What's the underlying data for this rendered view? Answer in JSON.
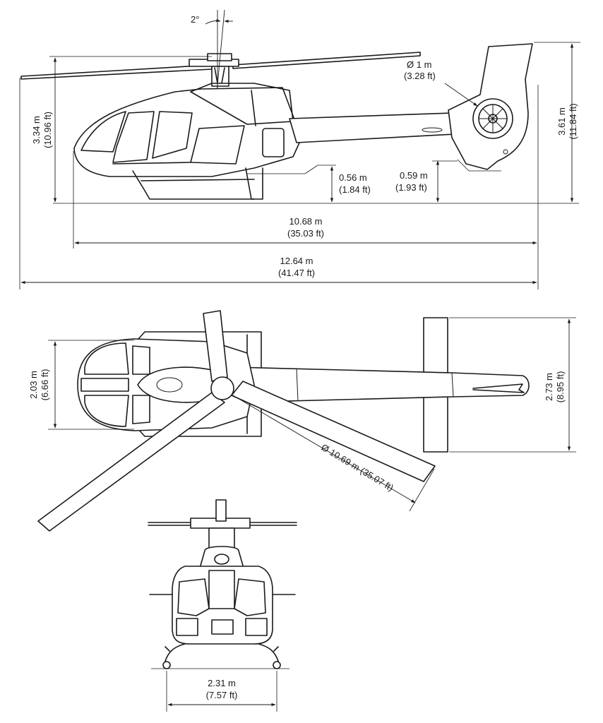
{
  "side_view": {
    "rotor_tilt": "2°",
    "fenestron_diameter_m": "Ø 1 m",
    "fenestron_diameter_ft": "(3.28 ft)",
    "rotor_height_m": "3.34 m",
    "rotor_height_ft": "(10.96 ft)",
    "overall_height_m": "3.61 m",
    "overall_height_ft": "(11.84 ft)",
    "fuselage_clearance_m": "0.56 m",
    "fuselage_clearance_ft": "(1.84 ft)",
    "tail_clearance_m": "0.59 m",
    "tail_clearance_ft": "(1.93 ft)",
    "fuselage_length_m": "10.68 m",
    "fuselage_length_ft": "(35.03 ft)",
    "overall_length_m": "12.64 m",
    "overall_length_ft": "(41.47 ft)"
  },
  "top_view": {
    "cabin_width_m": "2.03 m",
    "cabin_width_ft": "(6.66 ft)",
    "stabilizer_span_m": "2.73 m",
    "stabilizer_span_ft": "(8.95 ft)",
    "rotor_diameter": "Ø 10.69 m (35.07 ft)"
  },
  "front_view": {
    "skid_width_m": "2.31 m",
    "skid_width_ft": "(7.57 ft)"
  }
}
